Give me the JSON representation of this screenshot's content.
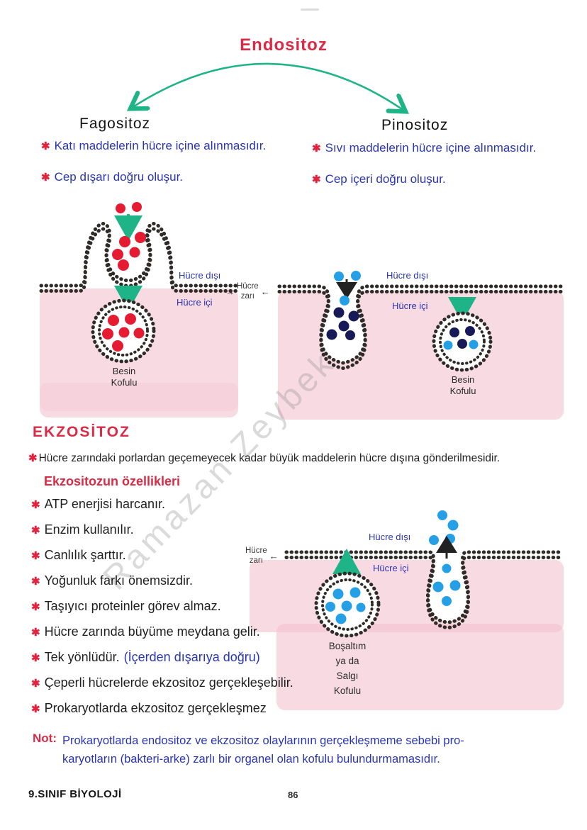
{
  "page": {
    "footer_left": "9.SINIF BİYOLOJİ",
    "page_number": "86",
    "watermark": "Ramazan Zeybek"
  },
  "marks": {
    "star": "✱",
    "arrow_right": "→",
    "arrow_left": "←"
  },
  "endocytosis": {
    "title": "Endositoz",
    "phagocytosis": {
      "heading": "Fagositoz",
      "bullets": [
        "Katı maddelerin hücre içine alınmasıdır.",
        "Cep dışarı doğru oluşur."
      ]
    },
    "pinocytosis": {
      "heading": "Pinositoz",
      "bullets": [
        "Sıvı maddelerin hücre içine alınmasıdır.",
        "Cep içeri doğru oluşur."
      ]
    }
  },
  "diagram_labels": {
    "outside": "Hücre dışı",
    "inside": "Hücre içi",
    "membrane": "Hücre\nzarı",
    "food_vacuole": "Besin\nKofulu",
    "secretion_vacuole": "Boşaltım\nya da\nSalgı\nKofulu"
  },
  "exocytosis": {
    "heading": "EKZOSİTOZ",
    "definition": "Hücre zarındaki porlardan geçemeyecek kadar büyük maddelerin hücre dışına gönderilmesidir.",
    "subheading": "Ekzositozun özellikleri",
    "items": [
      {
        "text": "ATP enerjisi harcanır."
      },
      {
        "text": "Enzim kullanılır."
      },
      {
        "text": "Canlılık şarttır."
      },
      {
        "text": "Yoğunluk farkı önemsizdir."
      },
      {
        "text": "Taşıyıcı proteinler görev almaz."
      },
      {
        "text": "Hücre zarında büyüme meydana gelir."
      },
      {
        "text": "Tek yönlüdür.",
        "note": "(İçerden dışarıya doğru)"
      },
      {
        "text": "Çeperli hücrelerde ekzositoz gerçekleşebilir."
      },
      {
        "text": "Prokaryotlarda ekzositoz gerçekleşmez"
      }
    ],
    "note_label": "Not:",
    "note_text": "Prokaryotlarda endositoz ve ekzositoz olaylarının gerçekleşmeme sebebi pro-\nkaryotların (bakteri-arke) zarlı bir organel olan kofulu bulundurmamasıdır."
  },
  "colors": {
    "heading_red": "#d92b45",
    "handwriting_blue": "#2a35b2",
    "arrow_green": "#1fb487",
    "cytoplasm_pink": "#f4c2d1",
    "particle_red": "#e51c31",
    "particle_blue": "#25a0e6",
    "particle_navy": "#181a58"
  }
}
